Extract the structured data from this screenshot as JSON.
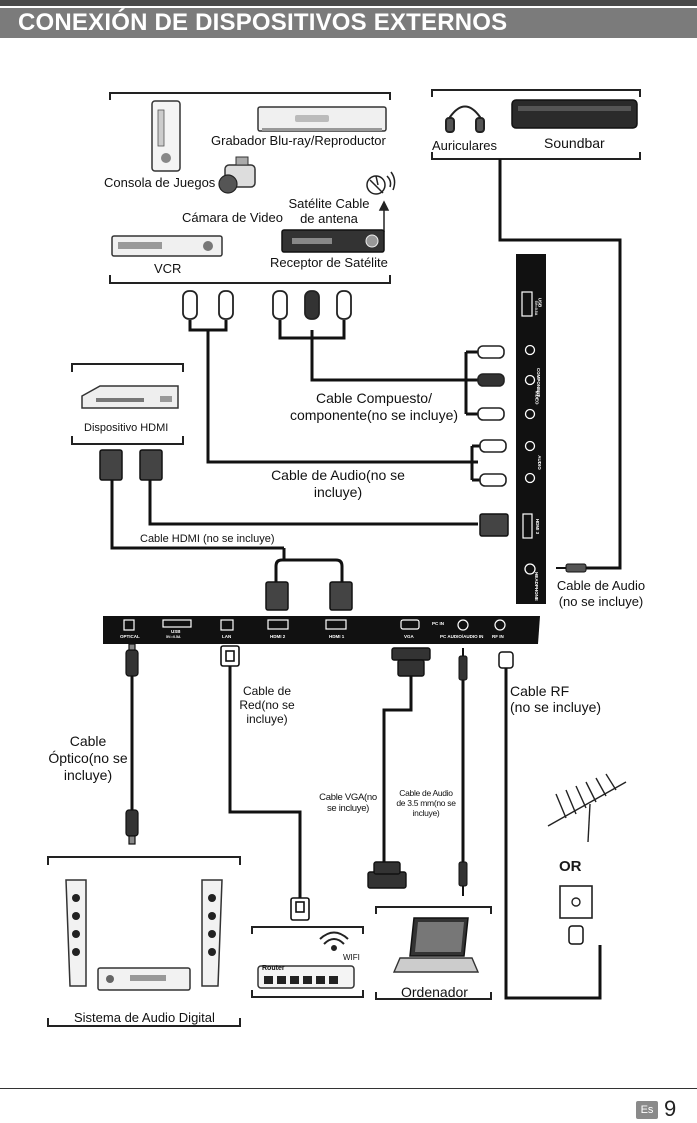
{
  "header": {
    "title": "CONEXIÓN DE DISPOSITIVOS EXTERNOS"
  },
  "sources": {
    "bluray": "Grabador Blu-ray/Reproductor",
    "console": "Consola de Juegos",
    "camera": "Cámara de Video",
    "satellite_line1": "Satélite Cable",
    "satellite_line2": "de antena",
    "vcr": "VCR",
    "sat_receiver": "Receptor de Satélite"
  },
  "audio_out": {
    "headphones": "Auriculares",
    "soundbar": "Soundbar"
  },
  "hdmi_device": "Dispositivo HDMI",
  "cables": {
    "composite_line1": "Cable Compuesto/",
    "composite_line2": "componente(no se incluye)",
    "audio_line1": "Cable de Audio(no se",
    "audio_line2": "incluye)",
    "hdmi": "Cable HDMI (no se incluye)",
    "audio_right_line1": "Cable de Audio",
    "audio_right_line2": "(no se incluye)",
    "network_line1": "Cable de",
    "network_line2": "Red(no se",
    "network_line3": "incluye)",
    "rf_line1": "Cable RF",
    "rf_line2": "(no se incluye)",
    "optical_line1": "Cable",
    "optical_line2": "Óptico(no se",
    "optical_line3": "incluye)",
    "vga_line1": "Cable VGA(no",
    "vga_line2": "se incluye)",
    "audio35_line1": "Cable de Audio",
    "audio35_line2": "de 3.5 mm(no se",
    "audio35_line3": "incluye)"
  },
  "side_panel": {
    "usb": "USB",
    "usb_sub": "5V⎓0.5A",
    "component": "COMPONENT",
    "video": "VIDEO",
    "audio": "AUDIO",
    "hdmi": "HDMI 3",
    "headphone": "HEADPHONE"
  },
  "bottom_panel": {
    "optical": "OPTICAL",
    "usb": "USB",
    "usb_sub": "5V⎓0.5A",
    "lan": "LAN",
    "hdmi2": "HDMI 2",
    "hdmi1": "HDMI 1",
    "vga": "VGA",
    "pc_audio": "PC AUDIO/AUDIO IN",
    "rf_in": "RF IN",
    "pc_in": "PC IN"
  },
  "devices": {
    "digital_audio": "Sistema de Audio Digital",
    "router": "Router",
    "wifi": "WIFI",
    "computer": "Ordenador",
    "or": "OR"
  },
  "footer": {
    "lang": "Es",
    "page": "9"
  }
}
